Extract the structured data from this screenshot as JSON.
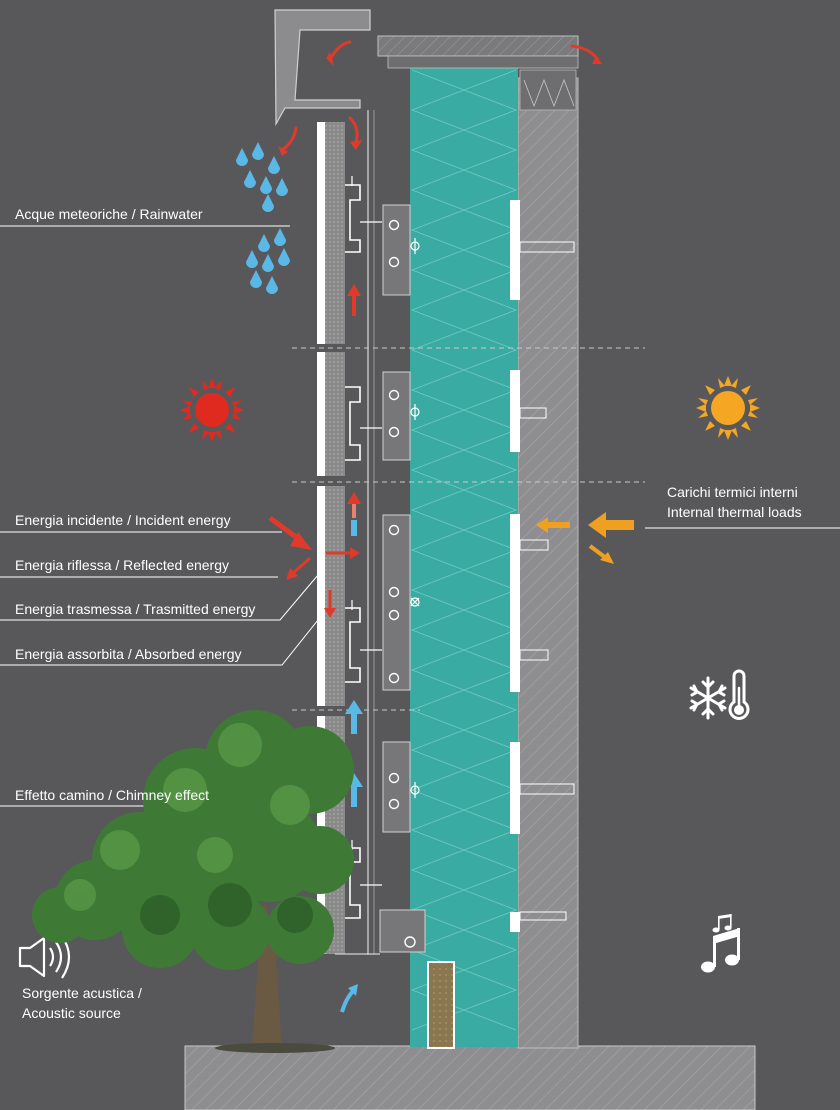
{
  "labels": {
    "rainwater": "Acque meteoriche / Rainwater",
    "incident": "Energia incidente / Incident energy",
    "reflected": "Energia riflessa / Reflected energy",
    "transmitted": "Energia trasmessa / Trasmitted energy",
    "absorbed": "Energia assorbita / Absorbed energy",
    "chimney": "Effetto camino / Chimney effect",
    "acoustic_line1": "Sorgente acustica /",
    "acoustic_line2": "Acoustic source",
    "internal_line1": "Carichi termici interni",
    "internal_line2": "Internal thermal loads"
  },
  "icons": {
    "rain": "raindrops-icon",
    "sun_external": "sun-icon",
    "sun_internal": "sun-icon",
    "climate": "snowflake-thermometer-icon",
    "music": "music-notes-icon",
    "speaker": "speaker-icon",
    "tree": "tree-illustration"
  },
  "colors": {
    "background": "#58585a",
    "wall": "#9a9a9c",
    "insulation": "#3aaba3",
    "red_arrow": "#e03a2a",
    "blue_arrow": "#5ab8e6",
    "orange": "#f0a020",
    "sun_red": "#e02a20",
    "sun_orange": "#f5a623",
    "text": "#ffffff",
    "foliage": "#3e7a36",
    "trunk": "#6a5a44"
  }
}
